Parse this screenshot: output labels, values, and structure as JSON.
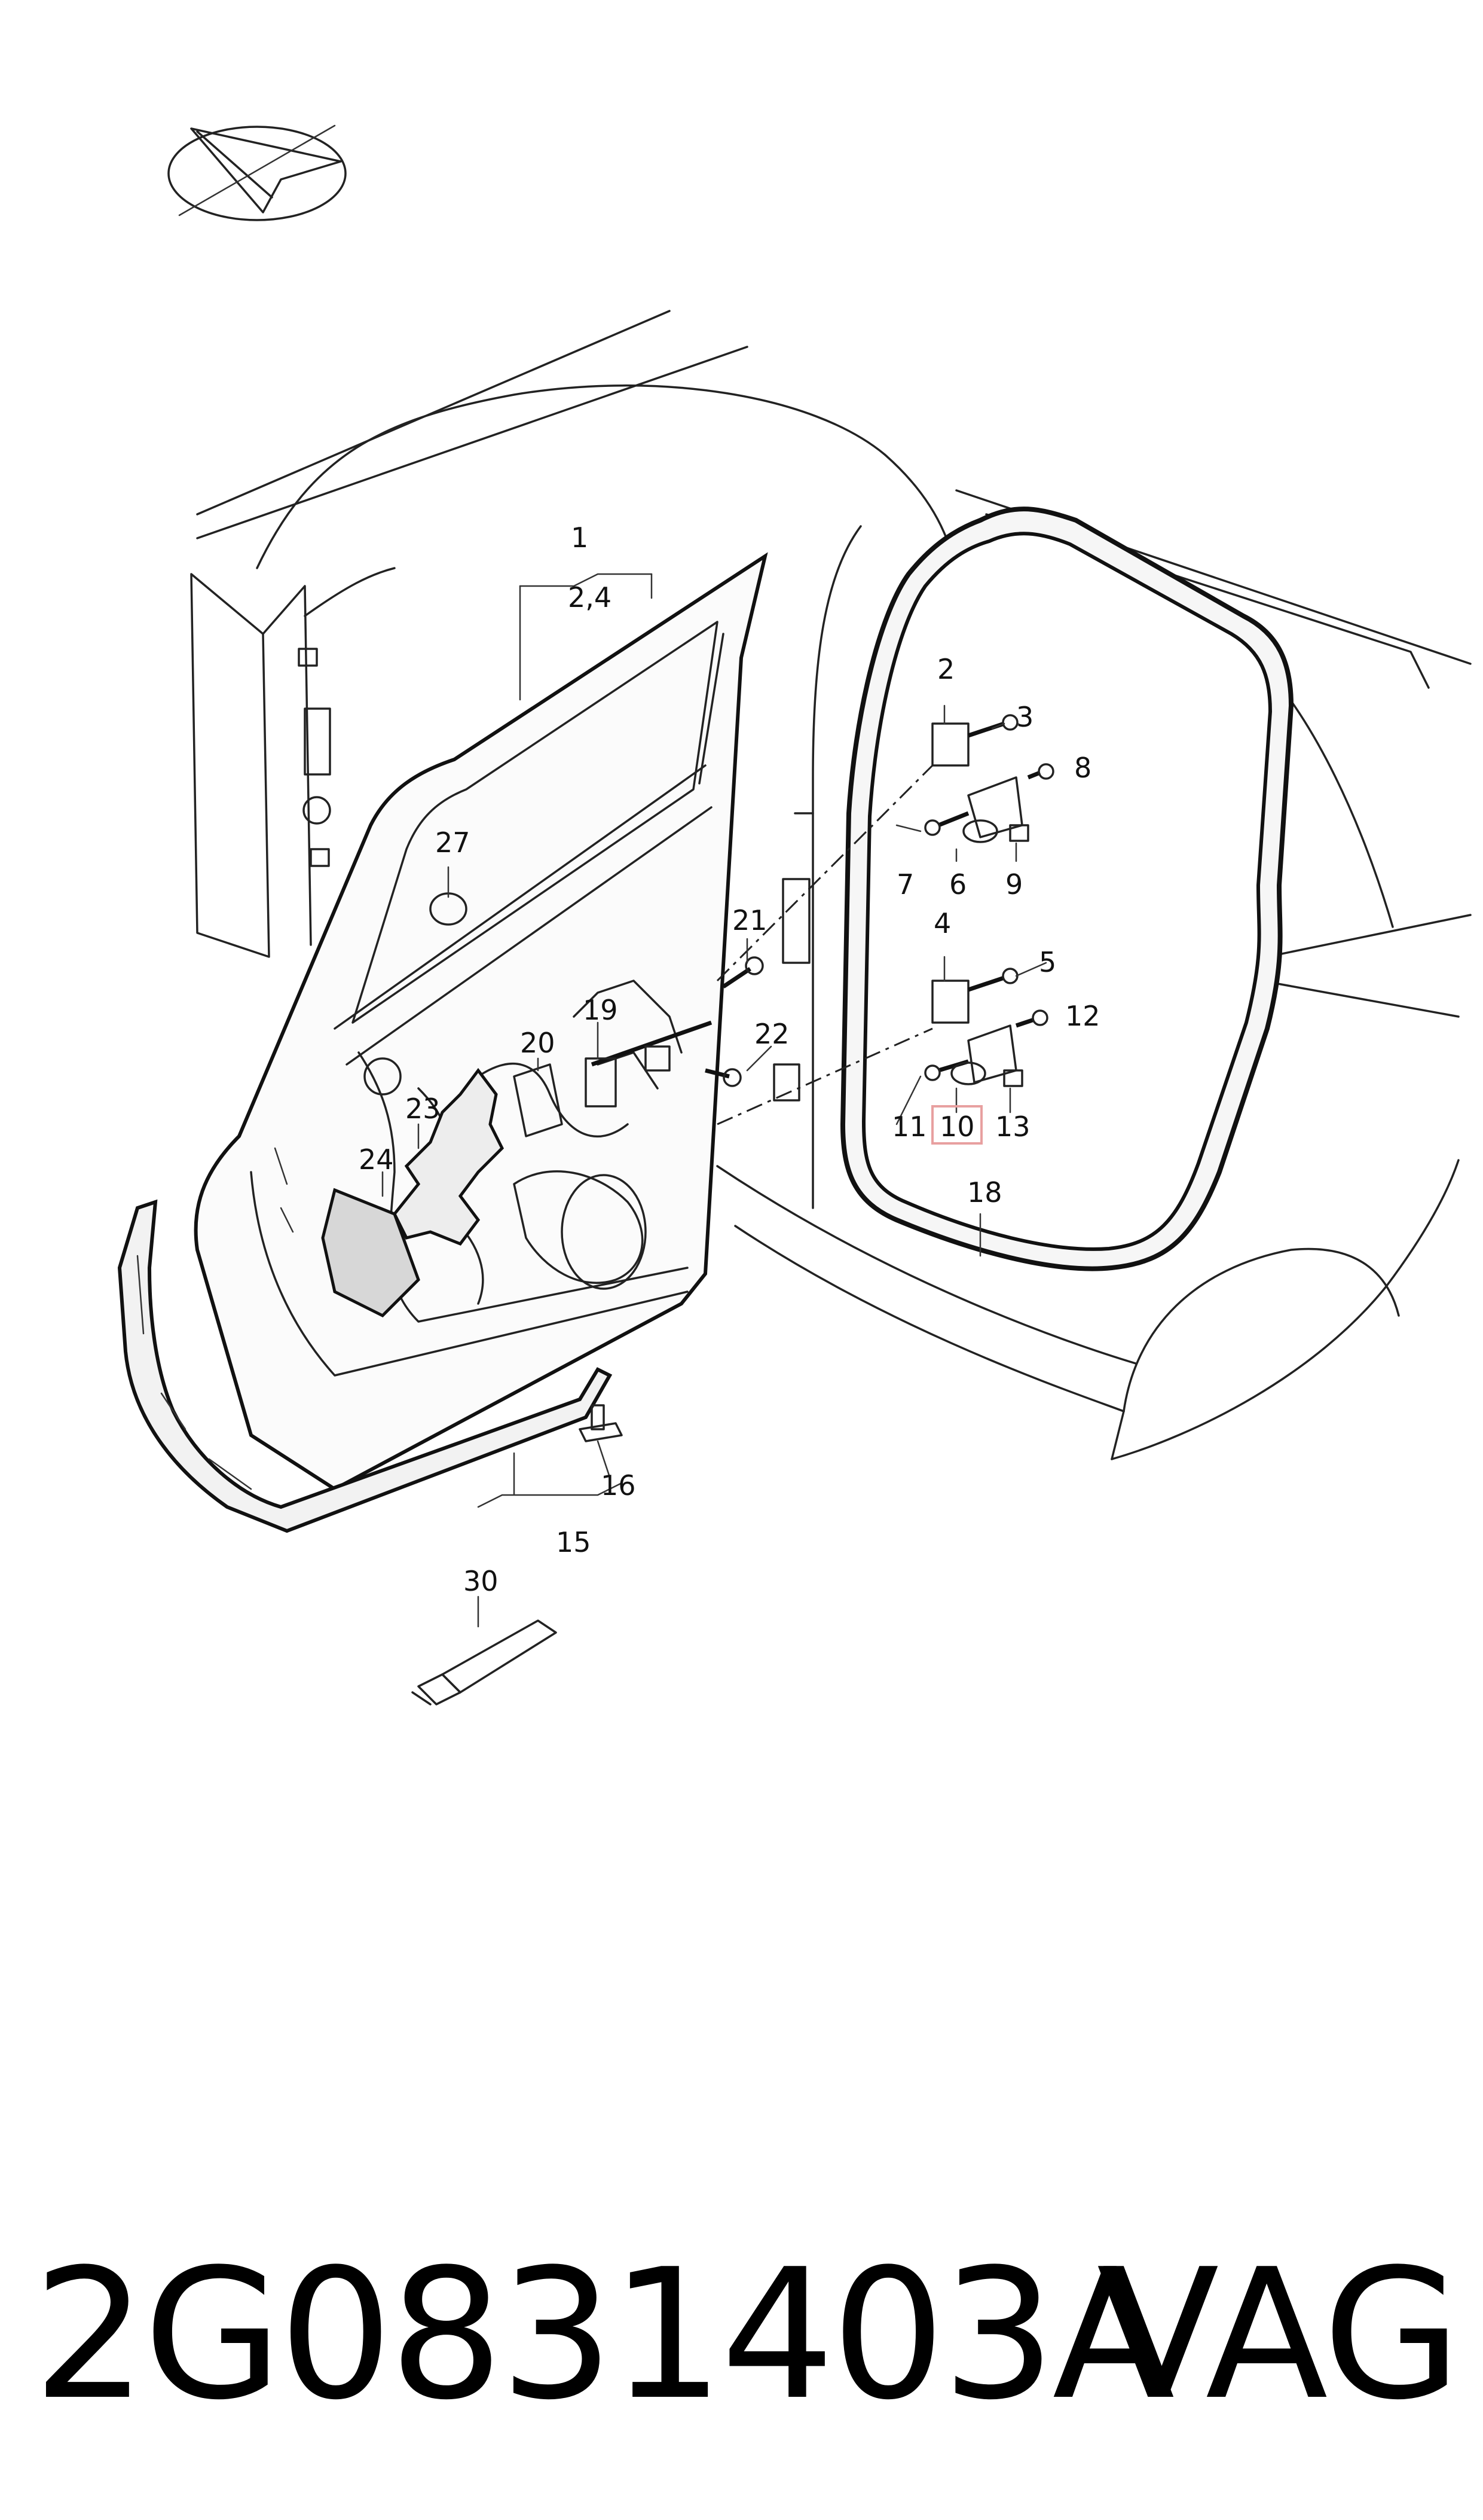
{
  "callouts": [
    {
      "id": "c1",
      "text": "1"
    },
    {
      "id": "c24a",
      "text": "2,4"
    },
    {
      "id": "c2",
      "text": "2"
    },
    {
      "id": "c3",
      "text": "3"
    },
    {
      "id": "c8",
      "text": "8"
    },
    {
      "id": "c7",
      "text": "7"
    },
    {
      "id": "c6",
      "text": "6"
    },
    {
      "id": "c9",
      "text": "9"
    },
    {
      "id": "c4",
      "text": "4"
    },
    {
      "id": "c5",
      "text": "5"
    },
    {
      "id": "c12",
      "text": "12"
    },
    {
      "id": "c11",
      "text": "11"
    },
    {
      "id": "c10",
      "text": "10"
    },
    {
      "id": "c13",
      "text": "13"
    },
    {
      "id": "c18",
      "text": "18"
    },
    {
      "id": "c27",
      "text": "27"
    },
    {
      "id": "c21",
      "text": "21"
    },
    {
      "id": "c22",
      "text": "22"
    },
    {
      "id": "c19",
      "text": "19"
    },
    {
      "id": "c20",
      "text": "20"
    },
    {
      "id": "c23",
      "text": "23"
    },
    {
      "id": "c24",
      "text": "24"
    },
    {
      "id": "c16",
      "text": "16"
    },
    {
      "id": "c15",
      "text": "15"
    },
    {
      "id": "c30",
      "text": "30"
    }
  ],
  "highlighted_callout": "10",
  "highlight_color": "#e8a0a0",
  "footer": {
    "part_number": "2G0831403A",
    "brand": "VAG"
  }
}
